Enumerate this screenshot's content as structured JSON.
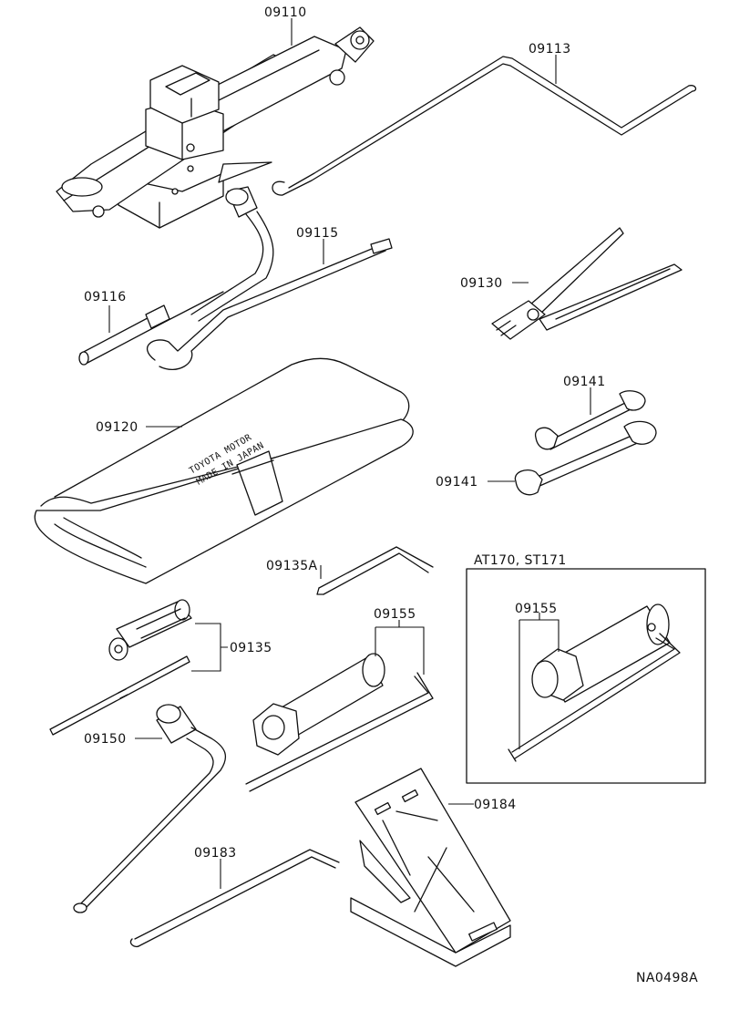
{
  "parts": {
    "jack": "09110",
    "jack_handle": "09113",
    "handle_extension": "09115",
    "jack_handle_rod": "09116",
    "pliers": "09130",
    "wrench_a": "09141",
    "wrench_b": "09141",
    "tool_bag": "09120",
    "screwdriver_bit": "09135A",
    "screwdriver": "09135",
    "wheel_nut_wrench": "09150",
    "plug_wrench": "09155",
    "plug_wrench_variant": "09155",
    "wheel_chock": "09184",
    "lever": "09183"
  },
  "variant_box": {
    "title": "AT170, ST171"
  },
  "bag_stamp": {
    "line1": "TOYOTA MOTOR",
    "line2": "MADE IN JAPAN"
  },
  "drawing_code": "NA0498A"
}
